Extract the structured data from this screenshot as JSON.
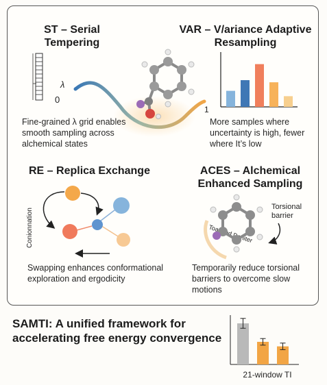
{
  "st": {
    "title_line1": "ST – Serial",
    "title_line2": "Tempering",
    "lambda_symbol": "λ",
    "tick_zero": "0",
    "tick_one": "1",
    "description": "Fine-grained λ grid enables smooth sampling across alchemical states"
  },
  "var": {
    "title_line1": "VAR – V/ariance Adaptive",
    "title_line2": "Resampling",
    "description": "More samples where uncertainty is high, fewer where It’s low",
    "bars": [
      {
        "value": 0.3,
        "color": "#86b4dc"
      },
      {
        "value": 0.5,
        "color": "#3f77b5"
      },
      {
        "value": 0.8,
        "color": "#f07f5c"
      },
      {
        "value": 0.46,
        "color": "#f7b25a"
      },
      {
        "value": 0.2,
        "color": "#f7cf8e"
      }
    ]
  },
  "re": {
    "title": "RE – Replica Exchange",
    "side_label": "Conionnation",
    "description": "Swapping enhances conformational exploration and ergodicity"
  },
  "aces": {
    "title_line1": "ACES – Alchemical",
    "title_line2": "Enhanced Sampling",
    "barrier_label": "Torsional barrier",
    "dial_label": "Toaanud Daniter",
    "description": "Temporarily reduce torsional barriers to overcome slow motions"
  },
  "footer": {
    "headline": "SAMTI: A unified framework for accelerating free energy convergence",
    "chart_caption": "21-window TI"
  },
  "chart_data": {
    "type": "bar",
    "categories": [
      "",
      "",
      ""
    ],
    "values": [
      1.0,
      0.55,
      0.44
    ],
    "errors": [
      0.12,
      0.08,
      0.08
    ],
    "colors": [
      "#b9b9b9",
      "#f2a545",
      "#f2a545"
    ],
    "xlabel": "21-window TI",
    "ylabel": ""
  }
}
